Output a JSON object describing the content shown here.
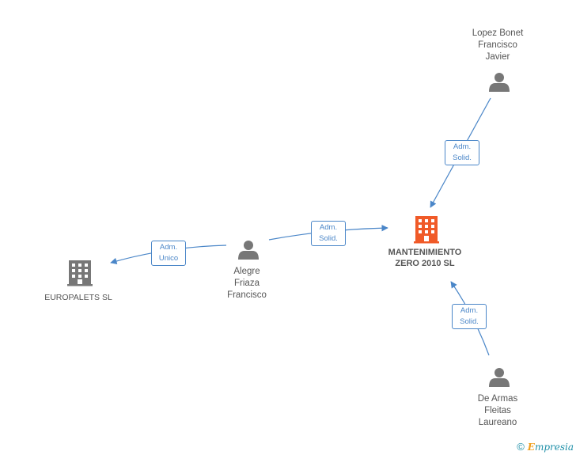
{
  "nodes": {
    "lopez": {
      "lines": [
        "Lopez Bonet",
        "Francisco",
        "Javier"
      ],
      "type": "person",
      "color": "#777777"
    },
    "alegre": {
      "lines": [
        "Alegre",
        "Friaza",
        "Francisco"
      ],
      "type": "person",
      "color": "#777777"
    },
    "dearmas": {
      "lines": [
        "De Armas",
        "Fleitas",
        "Laureano"
      ],
      "type": "person",
      "color": "#777777"
    },
    "mantenimiento": {
      "lines": [
        "MANTENIMIENTO",
        "ZERO 2010 SL"
      ],
      "type": "company",
      "color": "#f05a28"
    },
    "europalets": {
      "lines": [
        "EUROPALETS SL"
      ],
      "type": "company",
      "color": "#777777"
    }
  },
  "edges": {
    "lopez_mant": {
      "lines": [
        "Adm.",
        "Solid."
      ]
    },
    "alegre_mant": {
      "lines": [
        "Adm.",
        "Solid."
      ]
    },
    "dearmas_mant": {
      "lines": [
        "Adm.",
        "Solid."
      ]
    },
    "alegre_euro": {
      "lines": [
        "Adm.",
        "Unico"
      ]
    }
  },
  "footer": {
    "copyright": "©",
    "brand_initial": "E",
    "brand_rest": "mpresia"
  },
  "colors": {
    "edge": "#4a86c8",
    "accent": "#f05a28",
    "neutral": "#777777"
  }
}
